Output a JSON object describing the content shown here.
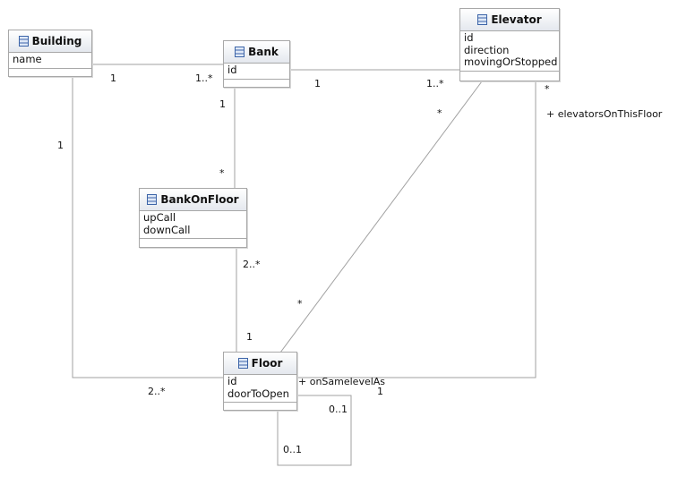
{
  "diagram": {
    "classes": {
      "building": {
        "name": "Building",
        "attributes": [
          "name"
        ]
      },
      "bank": {
        "name": "Bank",
        "attributes": [
          "id"
        ]
      },
      "elevator": {
        "name": "Elevator",
        "attributes": [
          "id",
          "direction",
          "movingOrStopped"
        ]
      },
      "bankonfloor": {
        "name": "BankOnFloor",
        "attributes": [
          "upCall",
          "downCall"
        ]
      },
      "floor": {
        "name": "Floor",
        "attributes": [
          "id",
          "doorToOpen"
        ]
      }
    },
    "labels": {
      "building_bank_building_end": "1",
      "building_bank_bank_end": "1..*",
      "bank_elevator_bank_end": "1",
      "bank_elevator_elevator_end": "1..*",
      "bank_bankonfloor_bank_end": "1",
      "bank_bankonfloor_bankonfloor_end": "*",
      "building_floor_building_end": "1",
      "building_floor_floor_end": "2..*",
      "bankonfloor_floor_bankonfloor_end": "2..*",
      "bankonfloor_floor_floor_end": "1",
      "elevator_floor_elevator_end": "*",
      "elevator_floor_floor_end": "*",
      "elevators_on_floor_elevator_end": "*",
      "elevators_on_floor_role": "+ elevatorsOnThisFloor",
      "elevators_on_floor_role_floor": "+ onSamelevelAs",
      "elevators_on_floor_floor_end": "1",
      "floor_self_upper": "0..1",
      "floor_self_lower": "0..1"
    }
  }
}
